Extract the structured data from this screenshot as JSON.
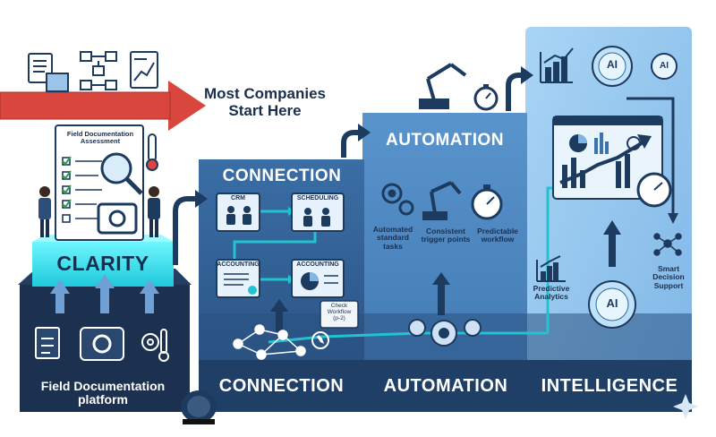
{
  "headline": {
    "line1": "Most Companies",
    "line2": "Start Here"
  },
  "clarity": {
    "doc_line1": "Field Documentation",
    "doc_line2": "Assessment",
    "title": "CLARITY",
    "base_line1": "Field Documentation",
    "base_line2": "platform"
  },
  "connection": {
    "title": "CONNECTION",
    "bottom": "CONNECTION",
    "boxes": [
      "CRM",
      "SCHEDULING",
      "ACCOUNTING",
      "ACCOUNTING"
    ],
    "callout_line1": "Check",
    "callout_line2": "Workflow",
    "callout_line3": "(p-2)"
  },
  "automation": {
    "title": "AUTOMATION",
    "bottom": "AUTOMATION",
    "item1_line1": "Automated",
    "item1_line2": "standard",
    "item1_line3": "tasks",
    "item2_line1": "Consistent",
    "item2_line2": "trigger points",
    "item3_line1": "Predictable",
    "item3_line2": "workflow"
  },
  "intelligence": {
    "bottom": "INTELLIGENCE",
    "ai_label": "AI",
    "predictive_line1": "Predictive",
    "predictive_line2": "Analytics",
    "smart_line1": "Smart",
    "smart_line2": "Decision",
    "smart_line3": "Support"
  },
  "colors": {
    "navy": "#1d3a5f",
    "connection_blue": "#2f5d8f",
    "automation_blue": "#4f86bd",
    "intelligence_blue": "#9ccaf0",
    "clarity_cyan": "#35e6f2",
    "red_arrow": "#d9463e"
  }
}
